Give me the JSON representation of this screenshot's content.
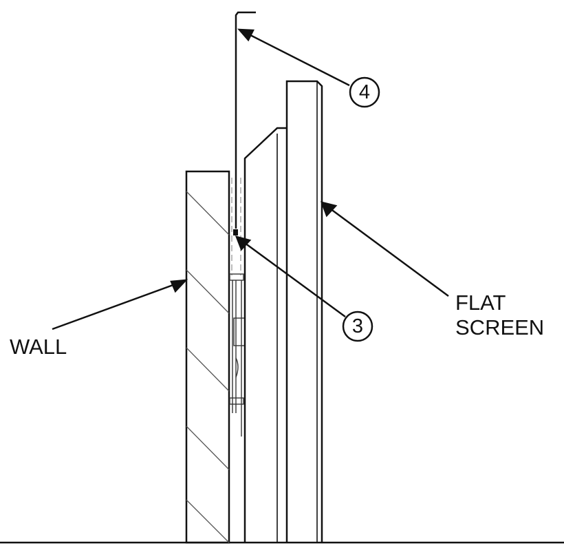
{
  "labels": {
    "wall": "WALL",
    "flat_screen_line1": "FLAT",
    "flat_screen_line2": "SCREEN"
  },
  "callouts": {
    "item_4": "4",
    "item_3": "3"
  },
  "colors": {
    "line": "#111111",
    "thin_line": "#444444",
    "background": "#ffffff"
  }
}
